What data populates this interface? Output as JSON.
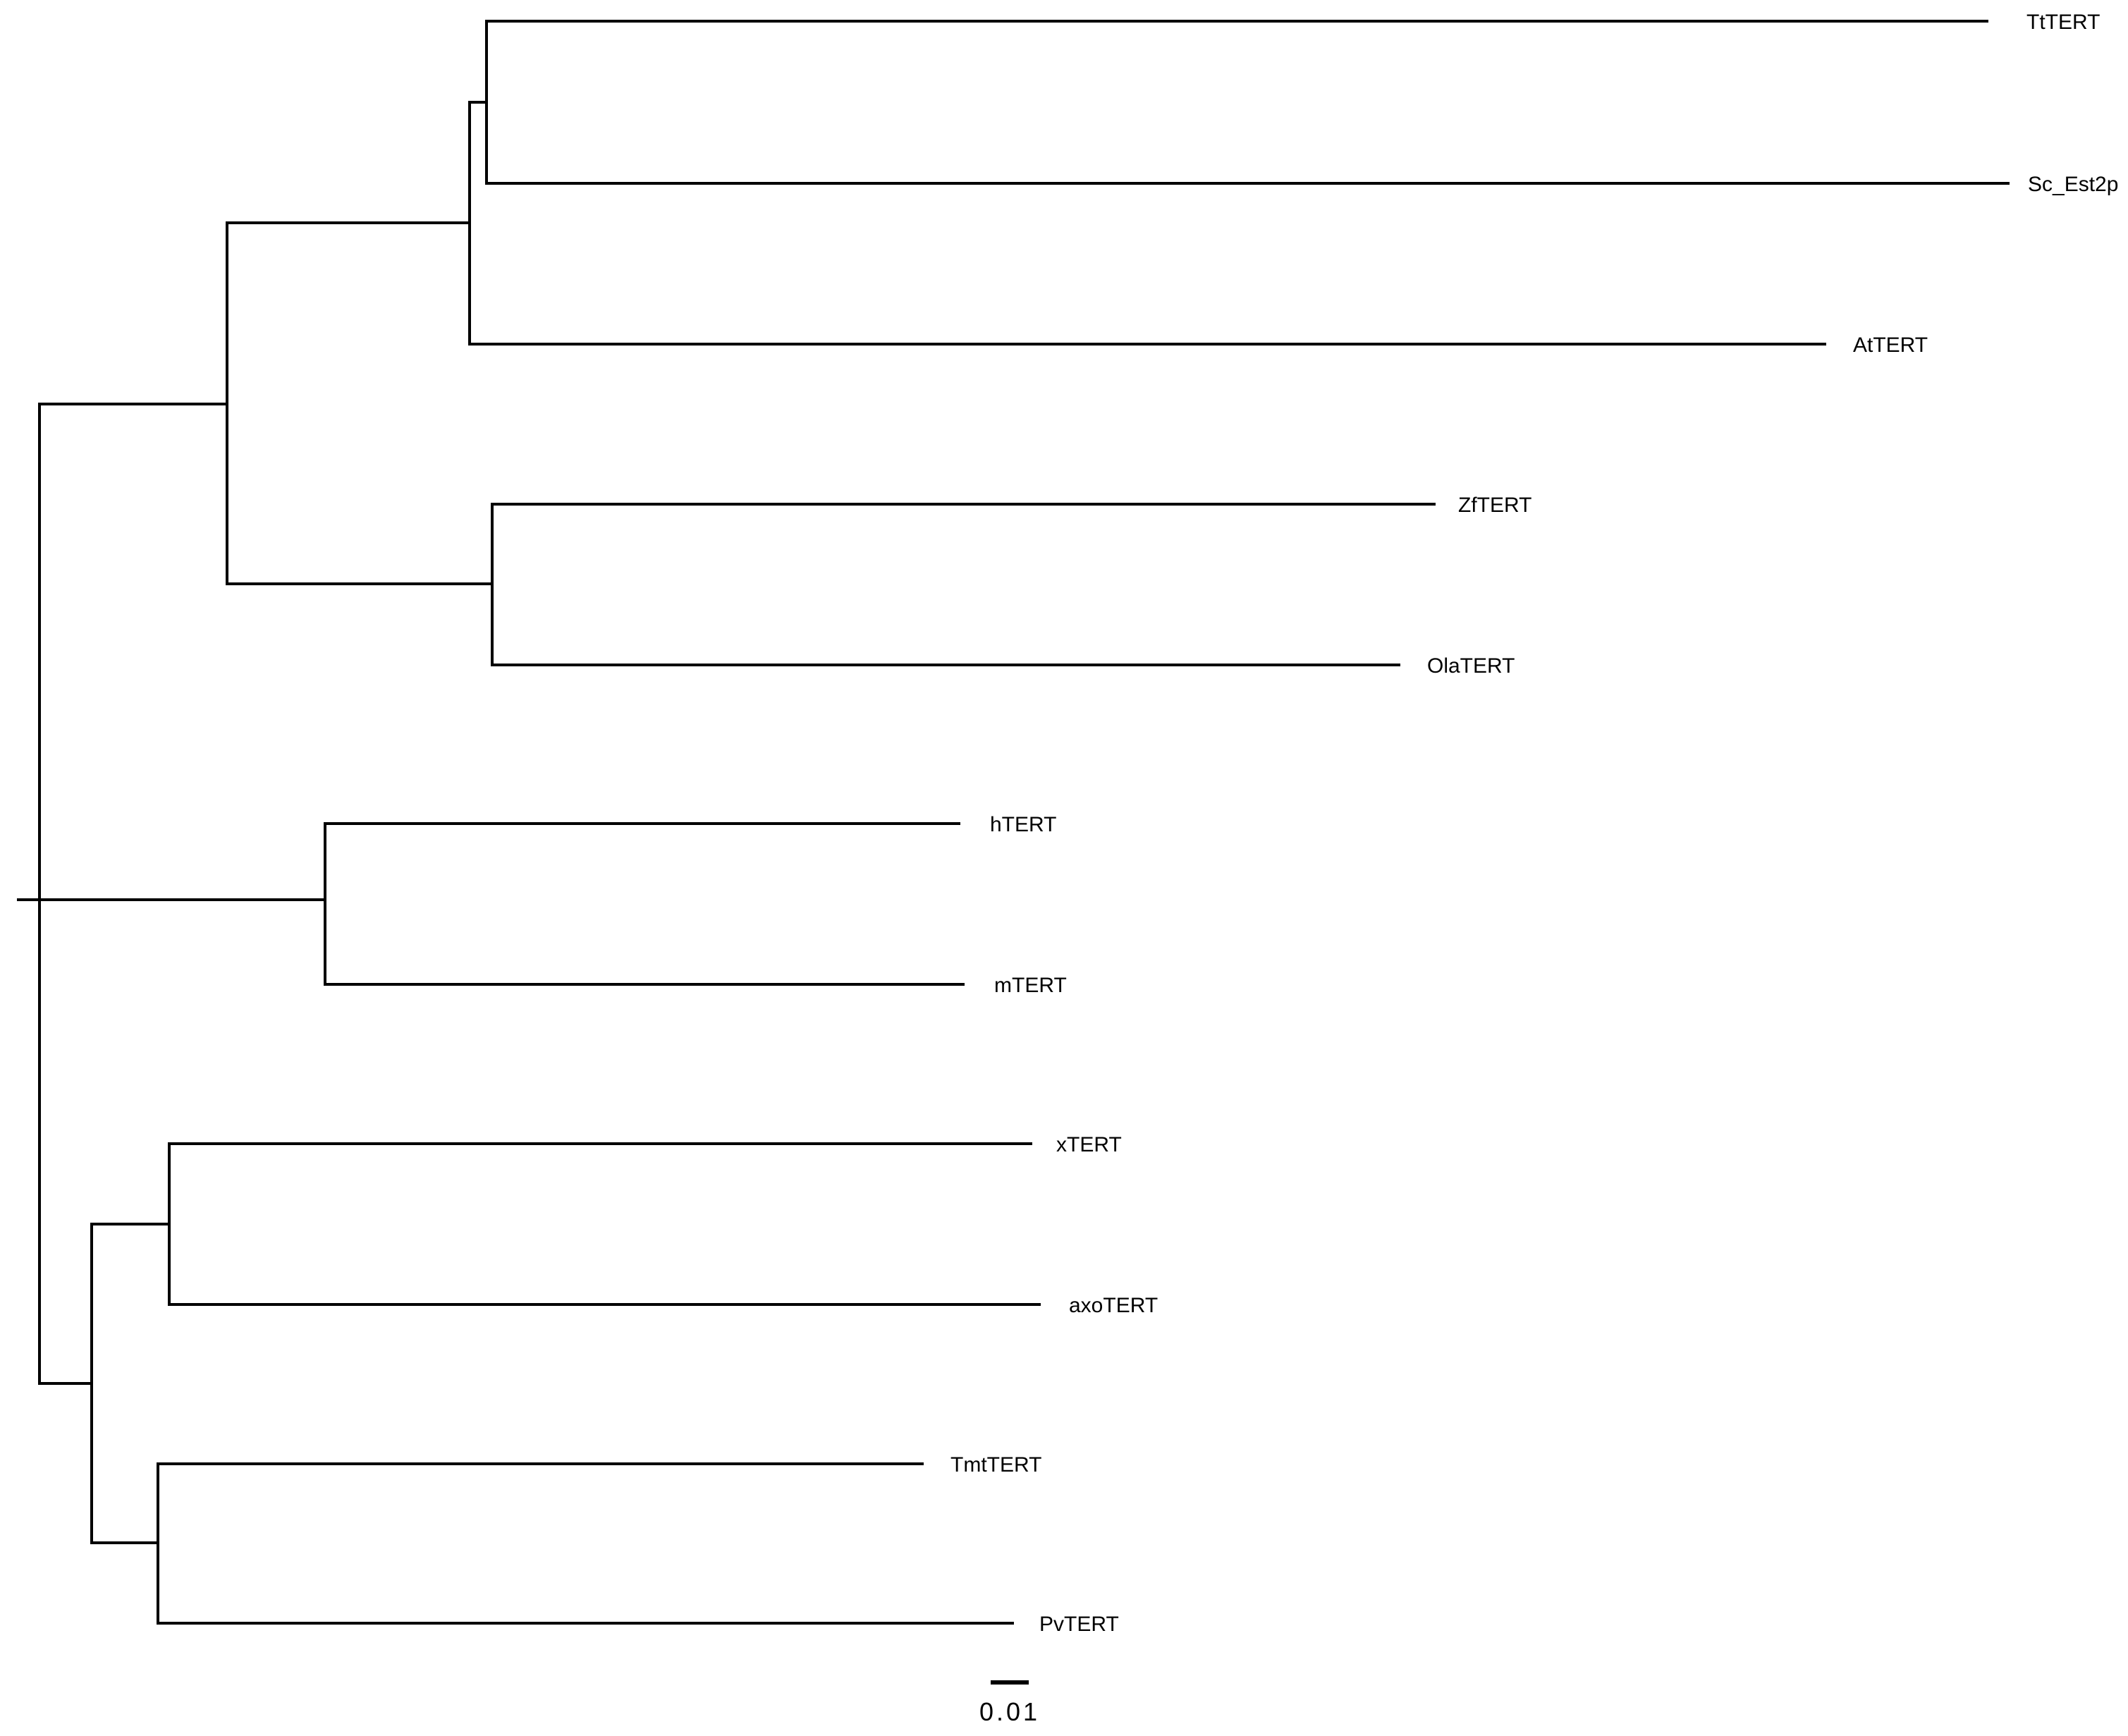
{
  "tree": {
    "taxa": [
      {
        "id": "tt",
        "label": "TtTERT"
      },
      {
        "id": "sc",
        "label": "Sc_Est2p"
      },
      {
        "id": "at",
        "label": "AtTERT"
      },
      {
        "id": "zf",
        "label": "ZfTERT"
      },
      {
        "id": "ola",
        "label": "OlaTERT"
      },
      {
        "id": "h",
        "label": "hTERT"
      },
      {
        "id": "m",
        "label": "mTERT"
      },
      {
        "id": "x",
        "label": "xTERT"
      },
      {
        "id": "axo",
        "label": "axoTERT"
      },
      {
        "id": "tmt",
        "label": "TmtTERT"
      },
      {
        "id": "pv",
        "label": "PvTERT"
      }
    ],
    "scale_bar": {
      "label": "0.01",
      "length": 0.01
    }
  }
}
